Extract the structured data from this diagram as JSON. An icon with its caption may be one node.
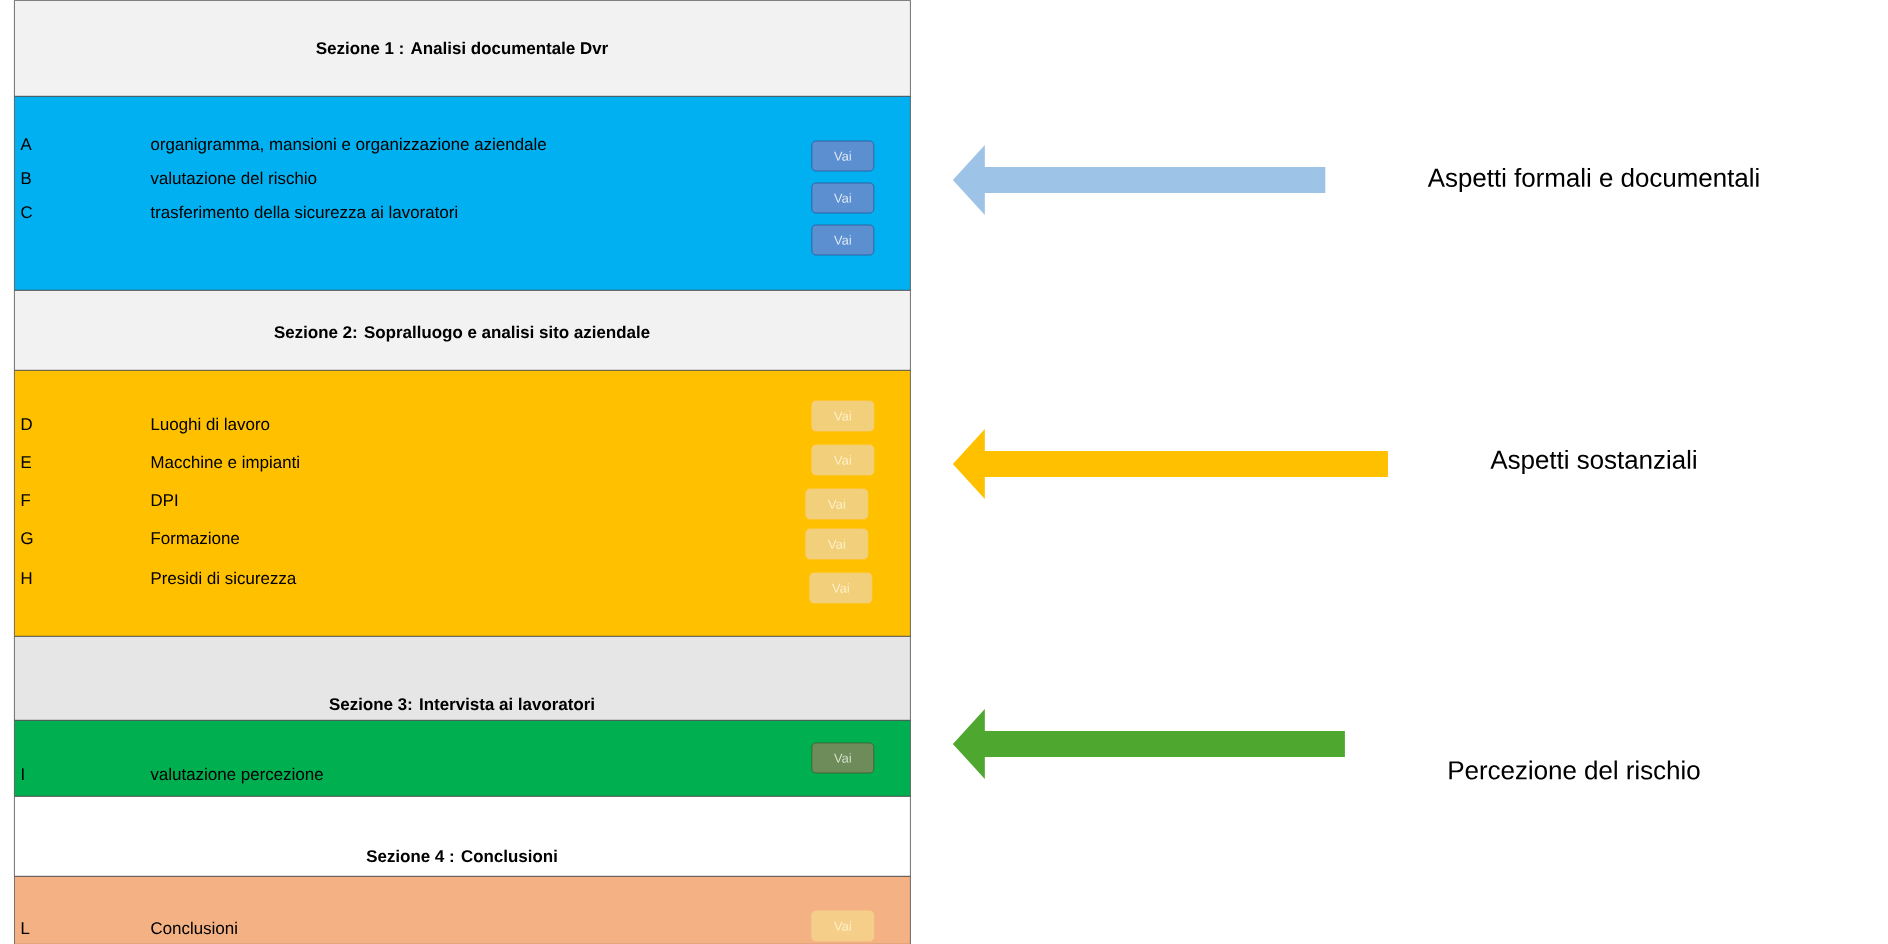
{
  "diagram": {
    "nodes": [
      {
        "text": [
          "Sezione 1 : Analisi documentale Dvr"
        ]
      },
      {
        "text": [
          "A",
          "organigramma, mansioni e organizzazione aziendale",
          "B",
          "valutazione del rischio",
          "C",
          "trasferimento della sicurezza ai lavoratori"
        ]
      },
      {
        "text": [
          "Vai"
        ],
        "in": 1
      },
      {
        "text": [
          "Vai"
        ],
        "in": 1
      },
      {
        "text": [
          "Vai"
        ],
        "in": 1
      },
      {
        "text": [
          "Sezione 2: Sopralluogo e analisi sito aziendale"
        ]
      },
      {
        "text": [
          "D",
          "Luoghi di lavoro",
          "E",
          "Macchine e impianti",
          "F",
          "DPI",
          "G",
          "Formazione",
          "H",
          "Presidi di sicurezza"
        ]
      },
      {
        "text": [
          "Vai"
        ],
        "in": 6
      },
      {
        "text": [
          "Vai"
        ],
        "in": 6
      },
      {
        "text": [
          "Vai"
        ],
        "in": 6
      },
      {
        "text": [
          "Vai"
        ],
        "in": 6
      },
      {
        "text": [
          "Vai"
        ],
        "in": 6
      },
      {
        "text": [
          "Sezione 3: Intervista ai lavoratori"
        ]
      },
      {
        "text": [
          "I",
          "valutazione percezione"
        ]
      },
      {
        "text": [
          "Vai"
        ],
        "in": 13
      },
      {
        "text": [
          "Sezione 4 : Conclusioni"
        ]
      },
      {
        "text": [
          "L",
          "Conclusioni"
        ]
      },
      {
        "text": [
          "Vai"
        ],
        "in": 16
      },
      {
        "text": [
          "Aspetti formali e documentali"
        ]
      },
      {
        "text": [
          "Aspetti sostanziali"
        ]
      },
      {
        "text": [
          "Percezione del rischio"
        ]
      }
    ],
    "edges": [
      {
        "from": 18,
        "to": 1,
        "arrow": "to",
        "color": "#9dc3e6"
      },
      {
        "from": 19,
        "to": 6,
        "arrow": "to",
        "color": "#ffc000"
      },
      {
        "from": 20,
        "to": 13,
        "arrow": "to",
        "color": "#4ea72e"
      }
    ]
  }
}
